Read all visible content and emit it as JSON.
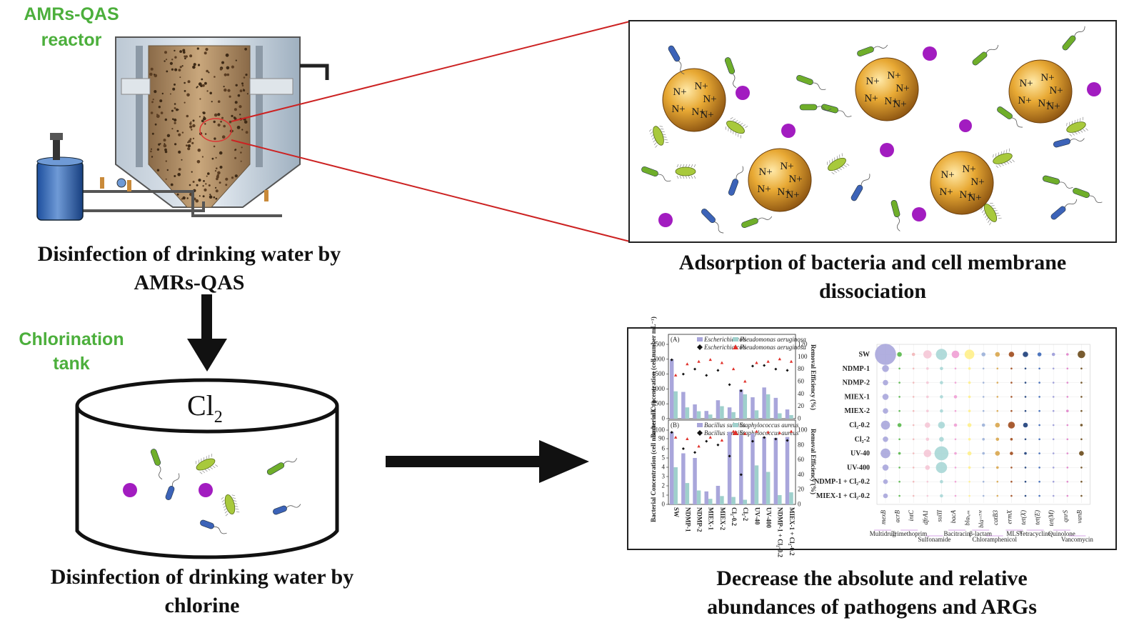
{
  "labels": {
    "reactor": [
      "AMRs-QAS",
      "reactor"
    ],
    "chlorination": [
      "Chlorination",
      "tank"
    ],
    "tank_chemical": "Cl",
    "tank_chemical_sub": "2",
    "charge": "N+"
  },
  "captions": {
    "amrs_disinfection": [
      "Disinfection of drinking water by",
      "AMRs-QAS"
    ],
    "adsorption": [
      "Adsorption of bacteria and cell membrane",
      "dissociation"
    ],
    "chlorine_disinfection": [
      "Disinfection of drinking water by",
      "chlorine"
    ],
    "decrease": [
      "Decrease the absolute and relative",
      "abundances of pathogens and ARGs"
    ]
  },
  "bar_chart": {
    "panel_a_tag": "(A)",
    "panel_b_tag": "(B)",
    "legend_a": [
      "Escherichia coli",
      "Pseudomonas aeruginosa",
      "Escherichia coli",
      "Pseudomonas aeruginosa"
    ],
    "legend_b": [
      "Bacillus subtilis",
      "Staphylococcus aureus",
      "Bacillus subtilis",
      "Staphylococcus aureus"
    ],
    "ylabel_left": "Bacterial Concentration (cell number mL⁻¹)",
    "ylabel_right": "Removal Efficiency (%)",
    "categories": [
      "SW",
      "NDMP-1",
      "NDMP-2",
      "MIEX-1",
      "MIEX-2",
      "Cl₂-0.2",
      "Cl₂-2",
      "UV-40",
      "UV-400",
      "NDMP-1 + Cl₂-0.2",
      "MIEX-1 + Cl₂-0.2"
    ],
    "colors": [
      "#a9a6db",
      "#9fd0cc",
      "#111111",
      "#e0302a"
    ],
    "a_yticks": [
      "0",
      "500",
      "1000",
      "1500",
      "2000",
      "2500"
    ],
    "a_rticks": [
      "0",
      "20",
      "40",
      "60",
      "80",
      "100",
      "120"
    ],
    "b_yticks": [
      "0",
      "1",
      "2",
      "3",
      "4",
      "5",
      "6",
      "90",
      "100"
    ],
    "b_rticks": [
      "0",
      "20",
      "40",
      "60",
      "80",
      "100"
    ],
    "a_series1": [
      2000,
      900,
      480,
      260,
      620,
      380,
      980,
      720,
      1050,
      700,
      310
    ],
    "a_series2": [
      920,
      380,
      250,
      140,
      420,
      220,
      820,
      280,
      820,
      180,
      120
    ],
    "a_dots_black": [
      95,
      72,
      80,
      70,
      78,
      55,
      45,
      85,
      86,
      80,
      78
    ],
    "a_dots_red": [
      70,
      88,
      92,
      95,
      90,
      80,
      60,
      90,
      92,
      96,
      92
    ],
    "b_series1": [
      98,
      5.5,
      5.0,
      1.4,
      2.0,
      98,
      94,
      96,
      92,
      91,
      92
    ],
    "b_series2": [
      4.0,
      2.3,
      1.5,
      0.6,
      0.9,
      0.8,
      0.5,
      4.2,
      3.5,
      1.0,
      1.3
    ],
    "b_dots_black": [
      97,
      75,
      70,
      85,
      80,
      65,
      40,
      85,
      90,
      88,
      86
    ],
    "b_dots_red": [
      90,
      88,
      78,
      90,
      86,
      98,
      95,
      98,
      97,
      96,
      98
    ]
  },
  "bubble_chart": {
    "rows": [
      "SW",
      "NDMP-1",
      "NDMP-2",
      "MIEX-1",
      "MIEX-2",
      "Cl₂-0.2",
      "Cl₂-2",
      "UV-40",
      "UV-400",
      "NDMP-1 + Cl₂-0.2",
      "MIEX-1 + Cl₂-0.2"
    ],
    "columns": [
      "mexB",
      "acrB",
      "intC",
      "dfrA1",
      "sulII",
      "bacA",
      "blaₜₑₘ",
      "blaᶜᶜᵀᴹ",
      "catB3",
      "ermX",
      "tet(X)",
      "tet(E)",
      "tet(M)",
      "qnrS",
      "vanB"
    ],
    "groups": [
      "Multidrug",
      "Trimethoprim",
      "Sulfonamide",
      "Bacitracin",
      "β-lactam",
      "Chloramphenicol",
      "MLSᴮ",
      "Tetracycline",
      "Quinolone",
      "Vancomycin"
    ],
    "col_colors": [
      "#a9a6db",
      "#58b84a",
      "#f2b6b8",
      "#f5c7d6",
      "#a8d7d6",
      "#ef9fd4",
      "#fff08a",
      "#9bb0d8",
      "#d9a64c",
      "#a04a1c",
      "#1c3e7a",
      "#3b67b8",
      "#9a9ad8",
      "#e081c9",
      "#6a4a1a"
    ],
    "sizes": [
      [
        28,
        5,
        3,
        10,
        14,
        9,
        12,
        4,
        5,
        6,
        6,
        4,
        3,
        2,
        9
      ],
      [
        8,
        1,
        1,
        2,
        3,
        1,
        2,
        1,
        1,
        1,
        1,
        1,
        1,
        1,
        1
      ],
      [
        6,
        1,
        1,
        2,
        3,
        1,
        2,
        1,
        1,
        1,
        1,
        1,
        1,
        1,
        1
      ],
      [
        7,
        1,
        1,
        2,
        3,
        3,
        2,
        1,
        1,
        1,
        1,
        1,
        1,
        1,
        1
      ],
      [
        6,
        1,
        1,
        2,
        3,
        1,
        2,
        1,
        1,
        1,
        1,
        1,
        1,
        2,
        1
      ],
      [
        11,
        4,
        1,
        6,
        8,
        3,
        4,
        3,
        5,
        8,
        5,
        1,
        1,
        1,
        2
      ],
      [
        6,
        1,
        1,
        3,
        5,
        1,
        2,
        2,
        3,
        2,
        1,
        1,
        1,
        1,
        1
      ],
      [
        12,
        2,
        1,
        9,
        18,
        2,
        4,
        2,
        5,
        3,
        2,
        1,
        1,
        1,
        5
      ],
      [
        7,
        1,
        1,
        5,
        14,
        1,
        2,
        1,
        2,
        1,
        1,
        1,
        1,
        1,
        1
      ],
      [
        5,
        1,
        1,
        1,
        3,
        1,
        1,
        1,
        1,
        1,
        1,
        1,
        1,
        1,
        1
      ],
      [
        5,
        1,
        1,
        1,
        3,
        1,
        1,
        1,
        1,
        1,
        1,
        1,
        1,
        1,
        1
      ]
    ]
  }
}
